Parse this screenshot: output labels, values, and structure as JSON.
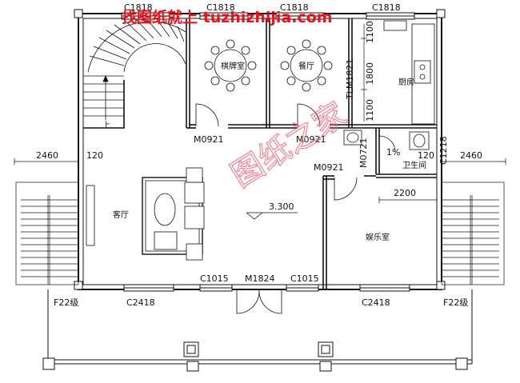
{
  "watermark": {
    "text": "找图纸就上 tuzhizhijia.com",
    "seal_text": "图纸之家",
    "color": "#e8141e"
  },
  "windows": {
    "top": [
      "C1818",
      "C1818",
      "C1818",
      "C1818"
    ],
    "bottom_left": "C2418",
    "bottom_right": "C2418",
    "bottom_mid_left": "C1015",
    "bottom_mid_right": "C1015",
    "front_door": "M1824"
  },
  "doors": {
    "chess_room": "M0921",
    "dining": "M0921",
    "washroom": "M0921",
    "toilet_side": "M0721",
    "kitchen_opening": "TLM1821"
  },
  "rooms": {
    "chess": "棋牌室",
    "dining": "餐厅",
    "kitchen": "厨房",
    "living": "客厅",
    "bathroom": "卫生间",
    "entertainment": "娱乐室"
  },
  "stairs": {
    "up_label": "上",
    "left_exit": "F22级",
    "right_exit": "F22级"
  },
  "dimensions": {
    "left_width": "2460",
    "left_wall": "120",
    "right_width": "2460",
    "right_wall": "120",
    "right_window": "C1218",
    "kitchen_1": "1100",
    "kitchen_2": "1800",
    "kitchen_3": "1100",
    "ent_width": "2200",
    "slope": "1%",
    "elevation": "3.300"
  },
  "colors": {
    "line": "#111111",
    "watermark": "#e8141e",
    "seal": "#f05a6e"
  }
}
